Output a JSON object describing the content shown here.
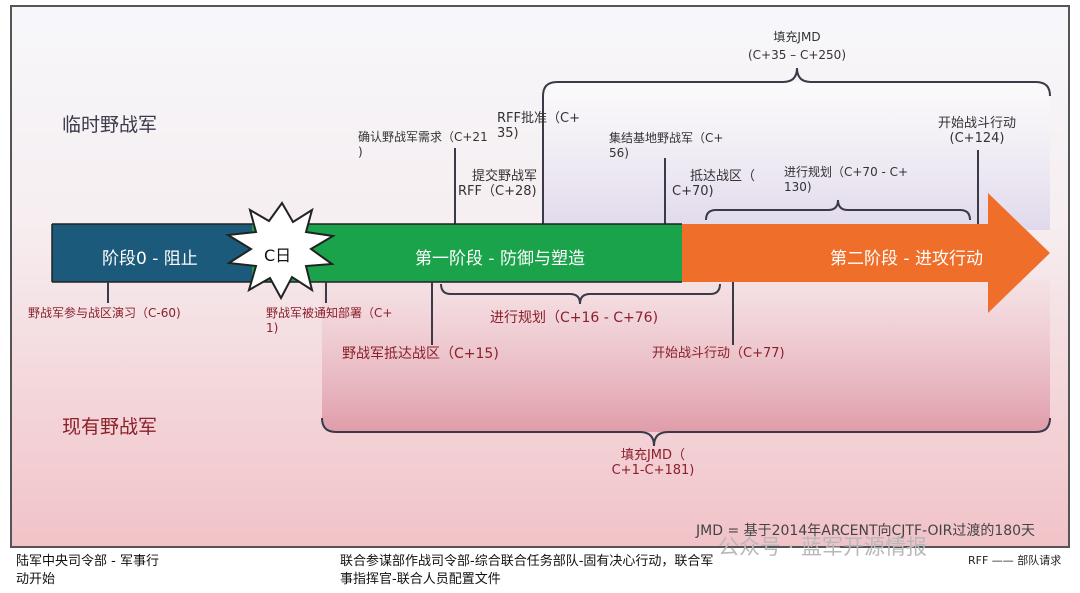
{
  "armies": {
    "provisional": "临时野战军",
    "existing": "现有野战军"
  },
  "phases": {
    "phase0": "阶段0 - 阻止",
    "cday": "C日",
    "phase1": "第一阶段 - 防御与塑造",
    "phase2": "第二阶段 - 进攻行动"
  },
  "top_events": {
    "fill_jmd_top_line1": "填充JMD",
    "fill_jmd_top_line2": "(C+35 – C+250)",
    "confirm_need_line1": "确认野战军需求（C+21",
    "confirm_need_line2": ")",
    "rff_approved_line1": "RFF批准（C+",
    "rff_approved_line2": "35)",
    "submit_rff_line1": "提交野战军",
    "submit_rff_line2": "RFF（C+28)",
    "assemble_line1": "集结基地野战军（C+",
    "assemble_line2": "56)",
    "arrive_line1": "抵达战区（",
    "arrive_line2": "C+70)",
    "planning_top_line1": "进行规划（C+70 - C+",
    "planning_top_line2": "130)",
    "combat_top_line1": "开始战斗行动",
    "combat_top_line2": "(C+124)"
  },
  "bottom_events": {
    "exercise": "野战军参与战区演习（C-60)",
    "notified_line1": "野战军被通知部署（C+",
    "notified_line2": "1)",
    "planning_mid": "进行规划（C+16 - C+76)",
    "arrive_existing": "野战军抵达战区（C+15)",
    "combat_existing": "开始战斗行动（C+77)",
    "fill_jmd_bottom_line1": "填充JMD（",
    "fill_jmd_bottom_line2": "C+1-C+181)"
  },
  "notes": {
    "jmd_def": "JMD = 基于2014年ARCENT向CJTF-OIR过渡的180天",
    "rff_def": "RFF —— 部队请求",
    "watermark": "公众号 · 蓝军开源情报"
  },
  "footer": {
    "left_line1": "陆军中央司令部 - 军事行",
    "left_line2": "动开始",
    "mid_line1": "联合参谋部作战司令部-综合联合任务部队-固有决心行动，联合军",
    "mid_line2": "事指挥官-联合人员配置文件"
  },
  "colors": {
    "phase0": "#1b5a7a",
    "phase1": "#1aa34a",
    "phase2": "#ee6e2a",
    "label_red": "#8b1f2a",
    "bracket": "#3a3a48"
  }
}
